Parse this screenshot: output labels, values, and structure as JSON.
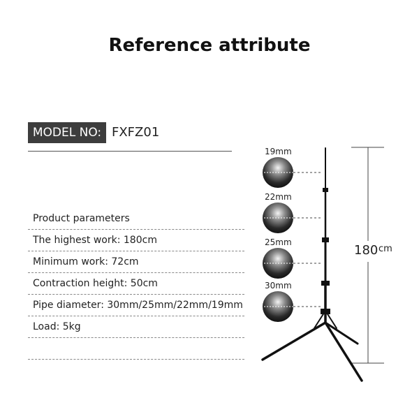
{
  "title": "Reference attribute",
  "model": {
    "label": "MODEL NO:",
    "value": "FXFZ01"
  },
  "params": {
    "heading": "Product parameters",
    "rows": [
      "The highest work: 180cm",
      "Minimum work: 72cm",
      "Contraction height: 50cm",
      "Pipe diameter: 30mm/25mm/22mm/19mm",
      "Load: 5kg"
    ]
  },
  "figure": {
    "tubes": [
      {
        "label": "19mm"
      },
      {
        "label": "22mm"
      },
      {
        "label": "25mm"
      },
      {
        "label": "30mm"
      }
    ],
    "height": {
      "value": "180",
      "unit": "cm"
    }
  }
}
